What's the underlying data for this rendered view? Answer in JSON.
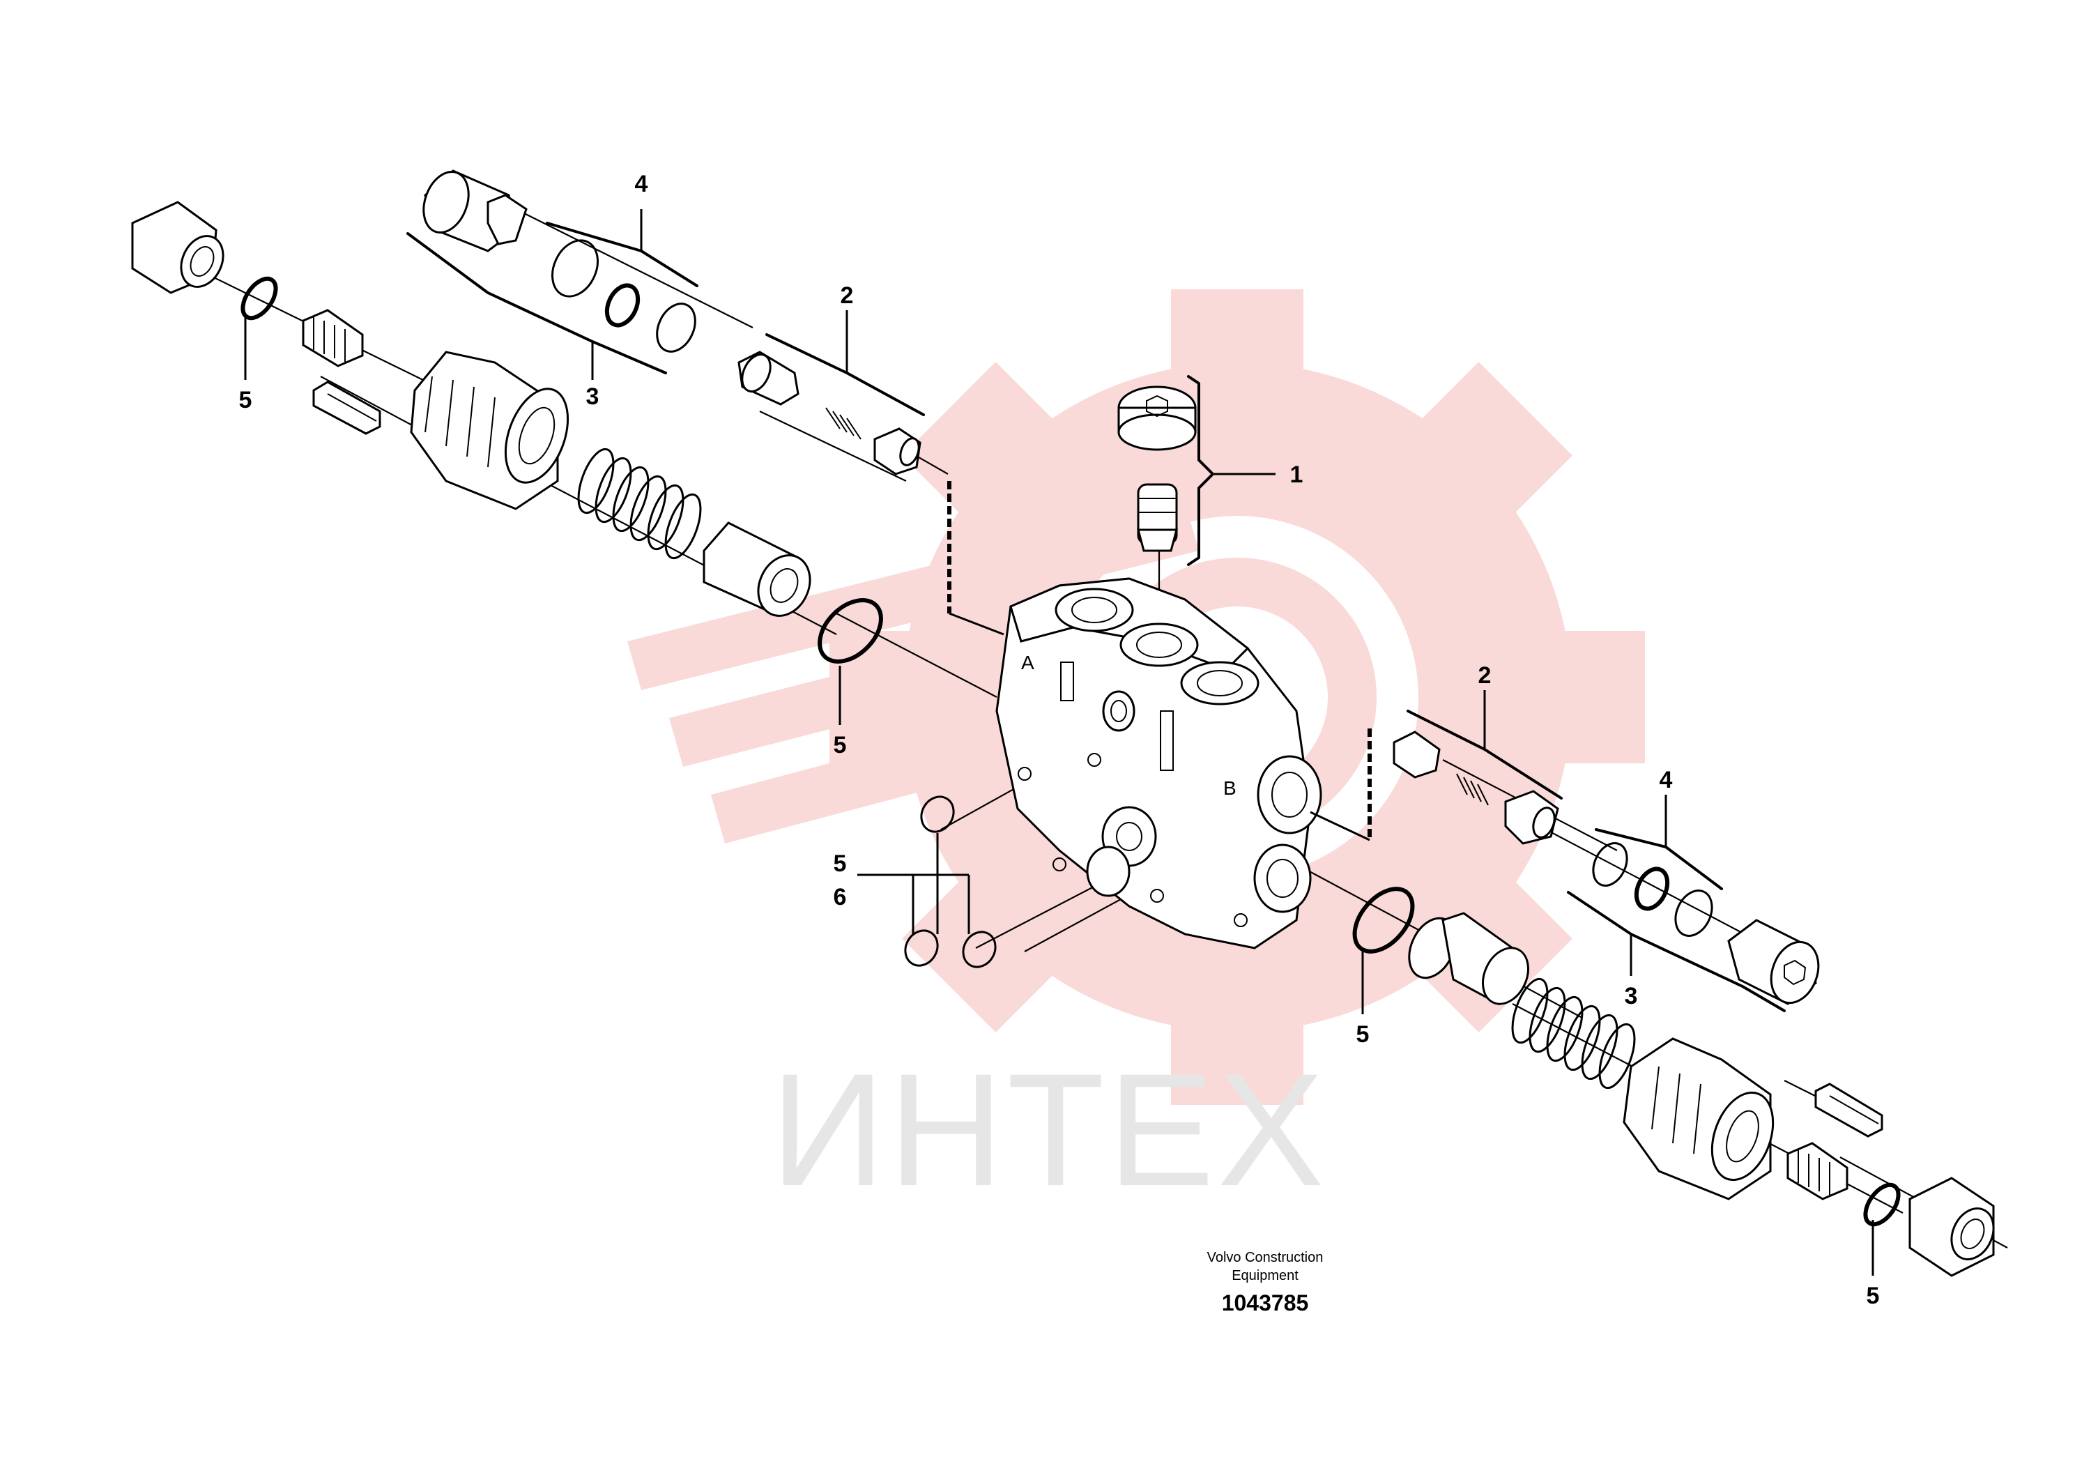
{
  "watermark": {
    "text": "ИНТЕХ",
    "logo": "gear-logo",
    "color_logo": "#f8d0d0",
    "color_text": "#e6e6e6"
  },
  "callouts": {
    "c1": "1",
    "c2_top": "2",
    "c3_top": "3",
    "c4_top": "4",
    "c5_topleft": "5",
    "c5_mid": "5",
    "c5_group": "5",
    "c6_group": "6",
    "c2_right": "2",
    "c4_right": "4",
    "c3_right": "3",
    "c5_right": "5",
    "c5_bottomright": "5"
  },
  "caption": {
    "line1": "Volvo Construction",
    "line2": "Equipment",
    "doc_number": "1043785"
  },
  "body_markings": {
    "port_a": "A",
    "port_b": "B"
  }
}
